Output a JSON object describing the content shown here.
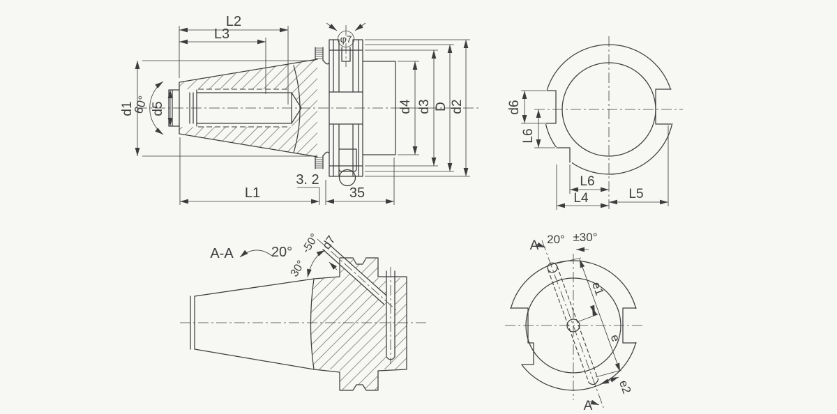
{
  "colors": {
    "ink": "#3d3d3d",
    "bg": "#f7f7f4"
  },
  "views": {
    "side_section": {
      "dims": {
        "L2": "L2",
        "L3": "L3",
        "d1": "d1",
        "a60": "60°",
        "d5": "d5",
        "phi7": "φ7",
        "d4": "d4",
        "d3": "d3",
        "D": "D",
        "d2": "d2",
        "r32": "3. 2",
        "n35": "35",
        "L1": "L1"
      }
    },
    "end_view": {
      "dims": {
        "d6": "d6",
        "L6v": "L6",
        "L6h": "L6",
        "L4": "L4",
        "L5": "L5"
      }
    },
    "section_aa": {
      "dims": {
        "title": "A-A",
        "a20": "20°",
        "a30": "30°",
        "a50": "-50°",
        "d7": "d7"
      }
    },
    "end_view_keyslot": {
      "dims": {
        "A_top": "A",
        "a20": "20°",
        "pm30": "±30°",
        "e1": "e1",
        "e": "e",
        "e2": "e2",
        "A_bot": "A"
      }
    }
  }
}
